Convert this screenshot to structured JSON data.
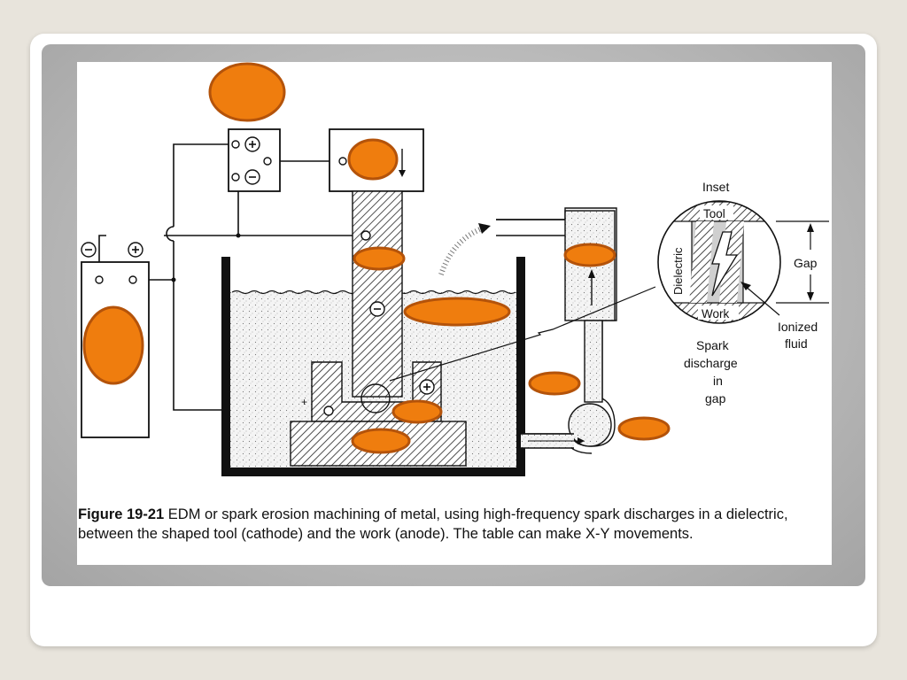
{
  "diagram": {
    "inset": {
      "title": "Inset",
      "tool_label": "Tool",
      "work_label": "Work",
      "dielectric_label": "Dielectric",
      "gap_label": "Gap",
      "ionized_label_1": "Ionized",
      "ionized_label_2": "fluid",
      "spark_label_1": "Spark",
      "spark_label_2": "discharge",
      "spark_label_3": "in",
      "spark_label_4": "gap"
    },
    "polarity": {
      "plus": "+",
      "minus": "−"
    }
  },
  "caption": {
    "figure_label": "Figure 19-21",
    "text": " EDM or spark erosion machining of metal, using high-frequency spark discharges in a dielectric, between the shaped tool (cathode) and the work (anode). The table can make X-Y movements."
  },
  "colors": {
    "mask_fill": "#ef7d0e",
    "mask_stroke": "#b4530a",
    "line": "#111111"
  }
}
